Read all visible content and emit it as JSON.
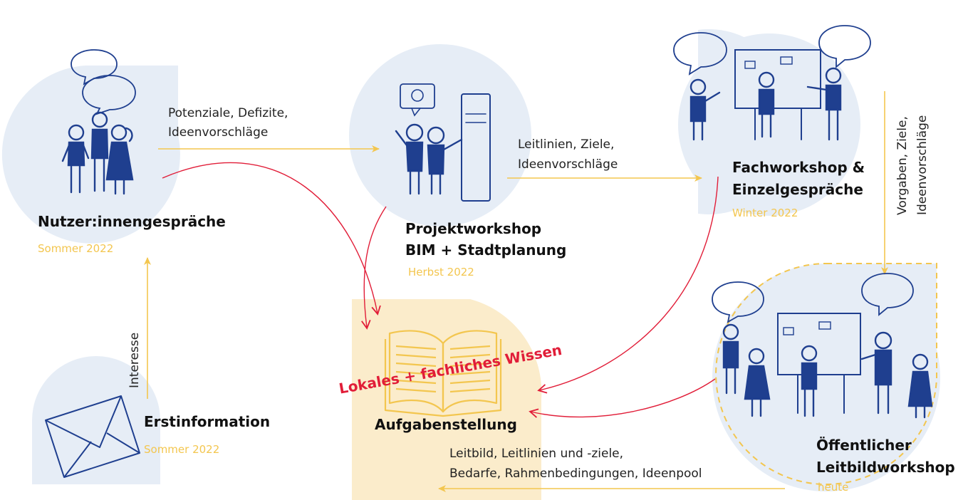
{
  "nodes": {
    "nutzer": {
      "title": "Nutzer:innengespräche",
      "date": "Sommer 2022"
    },
    "projekt": {
      "title_line1": "Projektworkshop",
      "title_line2": "BIM + Stadtplanung",
      "date": "Herbst 2022"
    },
    "fach": {
      "title_line1": "Fachworkshop &",
      "title_line2": "Einzelgespräche",
      "date": "Winter 2022"
    },
    "oeffentlich": {
      "title_line1": "Öffentlicher",
      "title_line2": "Leitbildworkshop",
      "date": "heute"
    },
    "erst": {
      "title": "Erstinformation",
      "date": "Sommer 2022"
    },
    "aufgabe": {
      "title": "Aufgabenstellung",
      "stamp": "Lokales + fachliches Wissen"
    }
  },
  "flows": {
    "nutzer_projekt": {
      "line1": "Potenziale, Defizite,",
      "line2": "Ideenvorschläge"
    },
    "projekt_fach": {
      "line1": "Leitlinien, Ziele,",
      "line2": "Ideenvorschläge"
    },
    "fach_oeffentlich": {
      "line1": "Vorgaben, Ziele,",
      "line2": "Ideenvorschläge"
    },
    "erst_nutzer": {
      "label": "Interesse"
    },
    "oeffentlich_aufgabe": {
      "line1": "Leitbild, Leitlinien und    -ziele,",
      "line2": "Bedarfe, Rahmenbedingungen, Ideenpool"
    }
  },
  "colors": {
    "blob": "#e6edf6",
    "highlight_blob": "#fbeccb",
    "yellow_arrow": "#f3c64f",
    "red_arrow": "#e11d38",
    "figure_blue": "#1f3f8f",
    "date_text": "#f3c64f"
  },
  "icons": [
    "speech-bubble-icon",
    "person-icon",
    "whiteboard-icon",
    "envelope-icon",
    "open-book-icon"
  ]
}
